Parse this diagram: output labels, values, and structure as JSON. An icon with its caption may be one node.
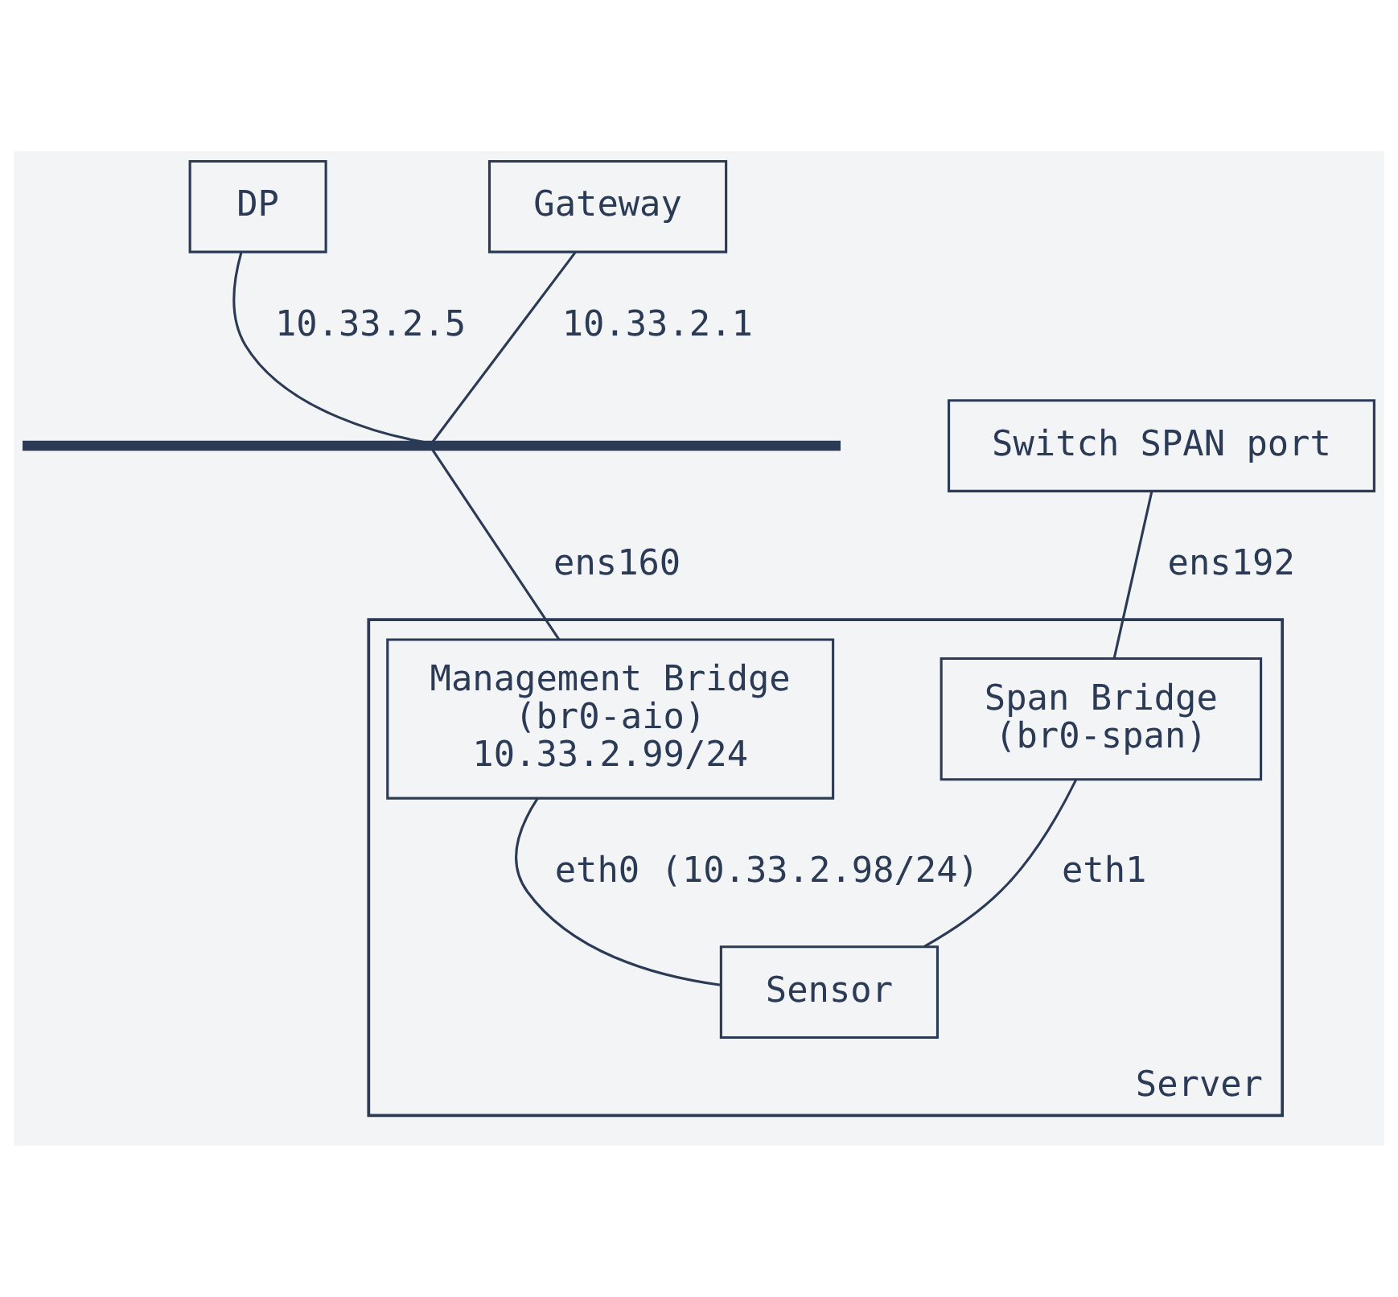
{
  "diagram": {
    "nodes": [
      {
        "text": [
          "DP"
        ]
      },
      {
        "text": [
          "Gateway"
        ]
      },
      {
        "text": [],
        "shape": "bar"
      },
      {
        "text": [
          "Switch SPAN port"
        ]
      },
      {
        "text": [
          "Server"
        ]
      },
      {
        "text": [
          "Management Bridge",
          "(br0-aio)",
          "10.33.2.99/24"
        ],
        "in": 4
      },
      {
        "text": [
          "Span Bridge",
          "(br0-span)"
        ],
        "in": 4
      },
      {
        "text": [
          "Sensor"
        ],
        "in": 4
      }
    ],
    "edges": [
      {
        "from": 0,
        "to": 2,
        "arrow": "none",
        "label": "10.33.2.5"
      },
      {
        "from": 1,
        "to": 2,
        "arrow": "none",
        "label": "10.33.2.1"
      },
      {
        "from": 2,
        "to": 5,
        "arrow": "none",
        "label": "ens160"
      },
      {
        "from": 3,
        "to": 6,
        "arrow": "none",
        "label": "ens192"
      },
      {
        "from": 5,
        "to": 7,
        "arrow": "none",
        "label": "eth0 (10.33.2.98/24)"
      },
      {
        "from": 6,
        "to": 7,
        "arrow": "none",
        "label": "eth1"
      }
    ]
  }
}
